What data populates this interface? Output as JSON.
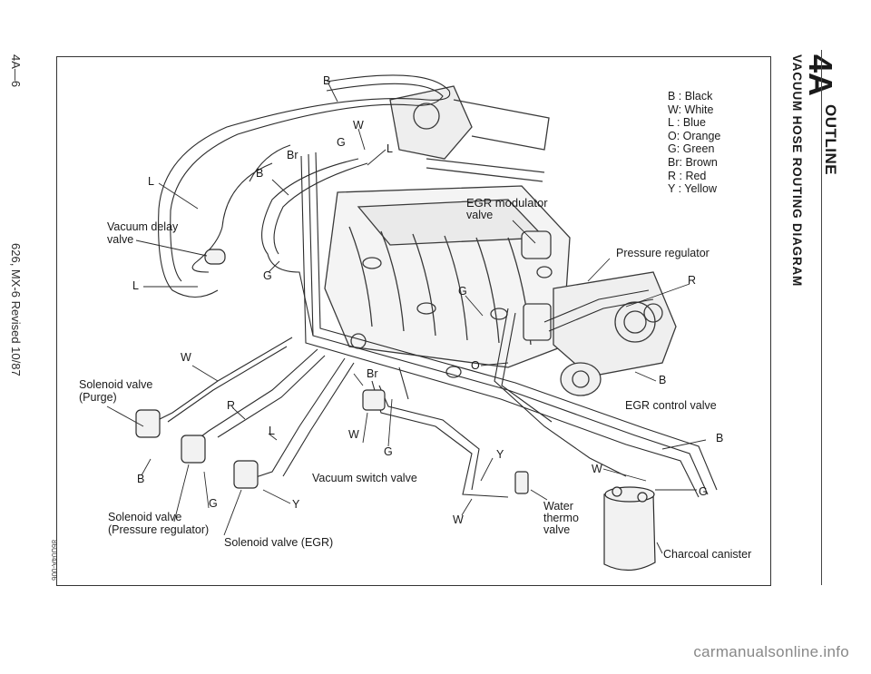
{
  "header": {
    "section": "4A",
    "section_title": "OUTLINE",
    "page_title": "VACUUM HOSE ROUTING DIAGRAM"
  },
  "margin": {
    "page_number": "4A—6",
    "revision": "626, MX-6 Revised 10/87",
    "figure_id": "86U04A-006"
  },
  "legend": [
    "B : Black",
    "W: White",
    "L : Blue",
    "O: Orange",
    "G: Green",
    "Br: Brown",
    "R : Red",
    "Y : Yellow"
  ],
  "labels": {
    "egr_modulator": "EGR modulator",
    "egr_modulator_2": "valve",
    "pressure_regulator": "Pressure regulator",
    "vacuum_delay": "Vacuum delay",
    "vacuum_delay_2": "valve",
    "solenoid_purge": "Solenoid valve",
    "solenoid_purge_2": "(Purge)",
    "egr_control": "EGR control valve",
    "vacuum_switch": "Vacuum switch valve",
    "solenoid_pressure": "Solenoid valve",
    "solenoid_pressure_2": "(Pressure regulator)",
    "solenoid_egr": "Solenoid valve (EGR)",
    "water_thermo": "Water",
    "water_thermo_2": "thermo",
    "water_thermo_3": "valve",
    "charcoal": "Charcoal canister"
  },
  "hose_letters": {
    "b_top": "B",
    "w_top": "W",
    "g_top": "G",
    "br_top": "Br",
    "l_top": "L",
    "b_left": "B",
    "l_left": "L",
    "g_mid": "G",
    "l_mid": "L",
    "g_center": "G",
    "r_right": "R",
    "w_left": "W",
    "o_center": "O",
    "br_center": "Br",
    "b_right": "B",
    "r_left": "R",
    "l_lower": "L",
    "w_lower": "W",
    "g_lower": "G",
    "b_far_right": "B",
    "y_center": "Y",
    "w_right": "W",
    "g_right": "G",
    "b_lower_left": "B",
    "g_solenoid": "G",
    "y_lower": "Y",
    "w_bottom": "W"
  },
  "footer": {
    "watermark": "carmanualsonline.info"
  }
}
